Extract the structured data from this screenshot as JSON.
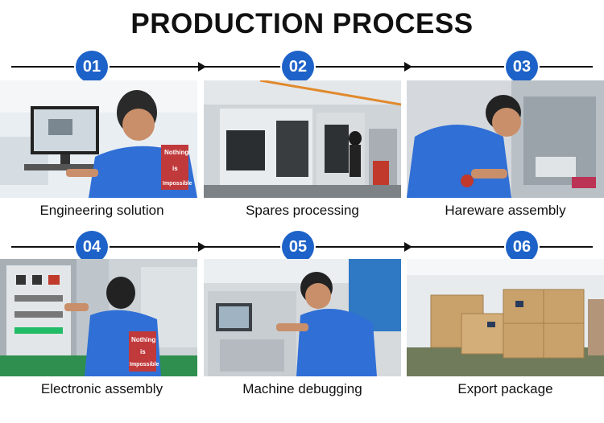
{
  "header": {
    "title": "PRODUCTION PROCESS"
  },
  "steps": [
    {
      "number": "01",
      "caption": "Engineering solution"
    },
    {
      "number": "02",
      "caption": "Spares processing"
    },
    {
      "number": "03",
      "caption": "Hareware assembly"
    },
    {
      "number": "04",
      "caption": "Electronic assembly"
    },
    {
      "number": "05",
      "caption": "Machine debugging"
    },
    {
      "number": "06",
      "caption": "Export package"
    }
  ],
  "shirts": {
    "line1": "Nothing",
    "line2": "is",
    "line3": "Impossible"
  },
  "colors": {
    "accent": "#1d62c8",
    "shirt": "#2f6fd6",
    "crate": "#c9a26b"
  }
}
